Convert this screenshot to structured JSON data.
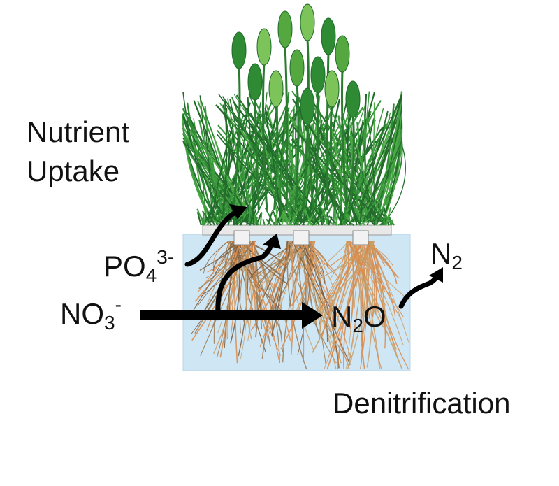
{
  "labels": {
    "nutrient_uptake_line1": "Nutrient",
    "nutrient_uptake_line2": "Uptake",
    "denitrification": "Denitrification"
  },
  "formulas": {
    "phosphate": {
      "base": "PO",
      "sub": "4",
      "sup": "3-"
    },
    "nitrate": {
      "base": "NO",
      "sub": "3",
      "sup": "-"
    },
    "nitrous_oxide": {
      "a": "N",
      "sub": "2",
      "b": "O"
    },
    "nitrogen": {
      "base": "N",
      "sub": "2"
    }
  },
  "colors": {
    "water": "#cfe6f5",
    "grass_dark": "#1f6b2a",
    "grass_mid": "#2f8a34",
    "grass_light": "#7cc35a",
    "root_brown": "#7a5a3c",
    "root_tan": "#c8a06a",
    "root_orange": "#d98a4a",
    "arrow": "#000000"
  }
}
